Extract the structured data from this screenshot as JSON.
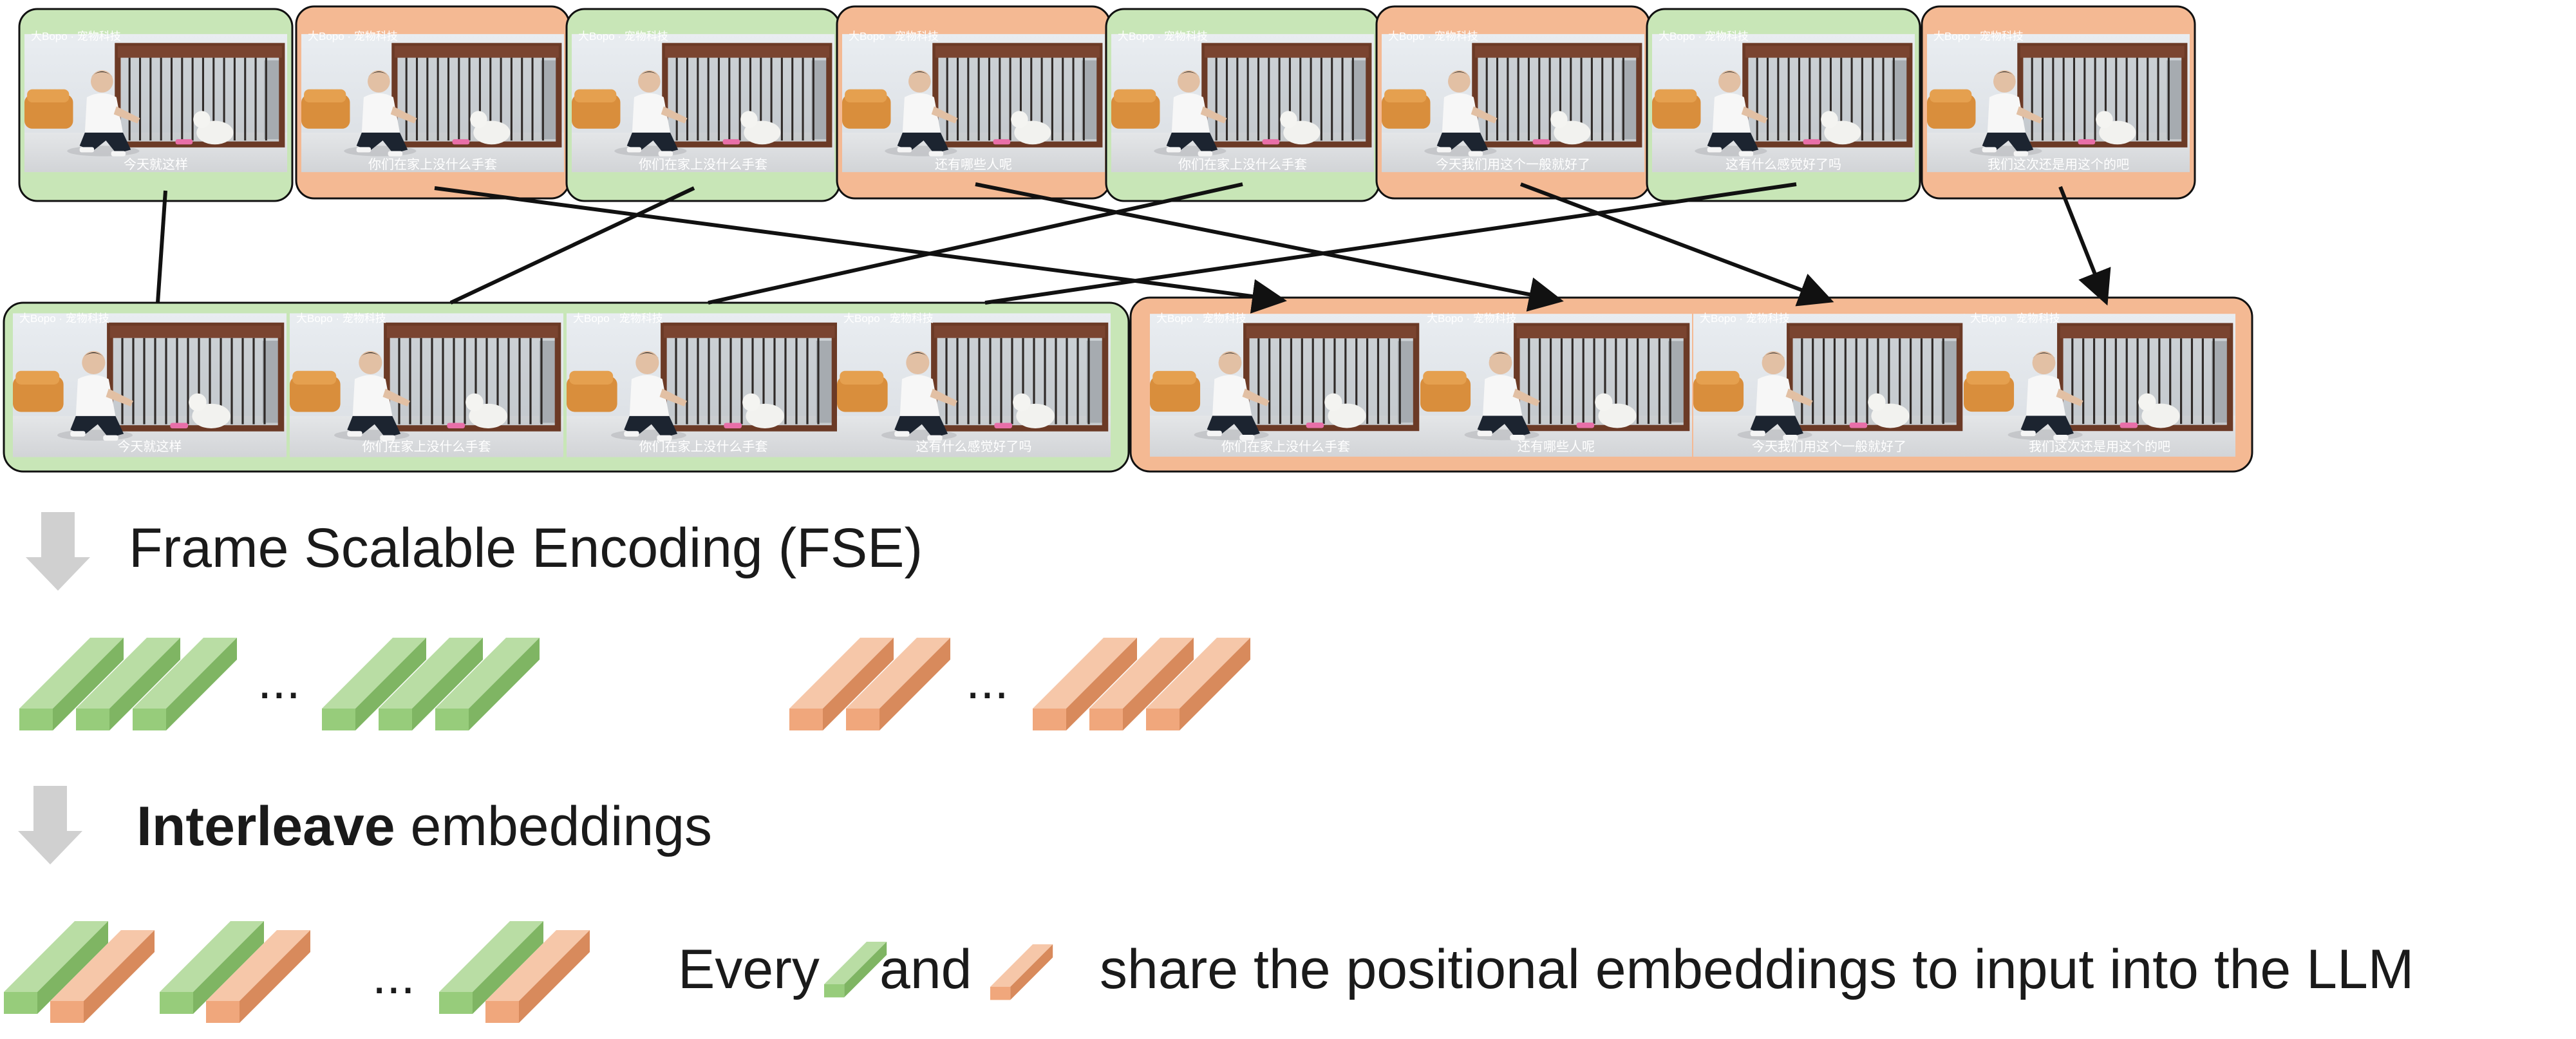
{
  "frames": {
    "watermark": "大Bopo · 宠物科技",
    "captions": [
      "今天就这样",
      "你们在家上没什么手套",
      "你们在家上没什么手套",
      "还有哪些人呢",
      "你们在家上没什么手套",
      "今天我们用这个一般就好了",
      "这有什么感觉好了吗",
      "我们这次还是用这个的吧"
    ]
  },
  "labels": {
    "fse": "Frame Scalable Encoding (FSE)",
    "interleave_bold": "Interleave",
    "interleave_rest": " embeddings",
    "every": "Every",
    "and": "and",
    "share": "share the positional embeddings to input into the LLM",
    "ellipsis": "..."
  },
  "colors": {
    "green": "#c8e6b7",
    "orange": "#f4b993",
    "token_green": "#97cc7b",
    "token_orange": "#f0a77c",
    "arrow_gray": "#d0d0d0"
  }
}
